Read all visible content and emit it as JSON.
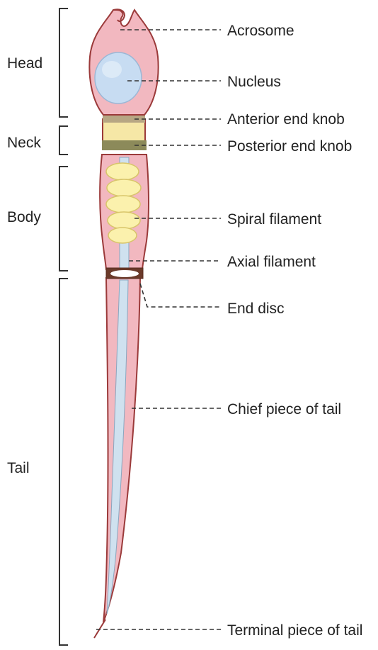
{
  "regions": {
    "head": "Head",
    "neck": "Neck",
    "body": "Body",
    "tail": "Tail"
  },
  "parts": {
    "acrosome": "Acrosome",
    "nucleus": "Nucleus",
    "anterior_end_knob": "Anterior end knob",
    "posterior_end_knob": "Posterior end knob",
    "spiral_filament": "Spiral filament",
    "axial_filament": "Axial filament",
    "end_disc": "End disc",
    "chief_piece_of_tail": "Chief piece of tail",
    "terminal_piece_of_tail": "Terminal piece of tail"
  },
  "colors": {
    "membrane_fill": "#f2b8c0",
    "membrane_stroke": "#9b3a3a",
    "nucleus_fill": "#c7dcf2",
    "knob_fill": "#b7a683",
    "neck_fill": "#f6e7a6",
    "spiral_fill": "#fbf1ad",
    "axial_fill": "#cfe1ef"
  }
}
